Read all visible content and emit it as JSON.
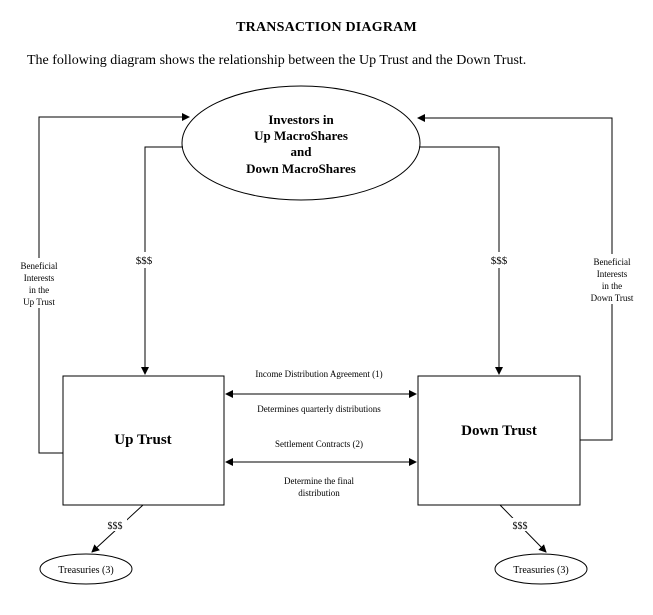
{
  "header": {
    "title": "TRANSACTION DIAGRAM",
    "intro": "The following diagram shows the relationship between the Up Trust and the Down Trust."
  },
  "nodes": {
    "investors": [
      "Investors in",
      "Up MacroShares",
      "and",
      "Down MacroShares"
    ],
    "up_trust": "Up Trust",
    "down_trust": "Down Trust",
    "treasuries_left": "Treasuries (3)",
    "treasuries_right": "Treasuries (3)"
  },
  "edges": {
    "left_money": "$$$",
    "right_money": "$$$",
    "left_bottom_money": "$$$",
    "right_bottom_money": "$$$",
    "left_beneficial": [
      "Beneficial",
      "Interests",
      "in the",
      "Up Trust"
    ],
    "right_beneficial": [
      "Beneficial",
      "Interests",
      "in the",
      "Down Trust"
    ],
    "income_agreement": "Income Distribution Agreement (1)",
    "quarterly": "Determines quarterly distributions",
    "settlement": "Settlement Contracts (2)",
    "final_distribution": [
      "Determine the final",
      "distribution"
    ]
  }
}
